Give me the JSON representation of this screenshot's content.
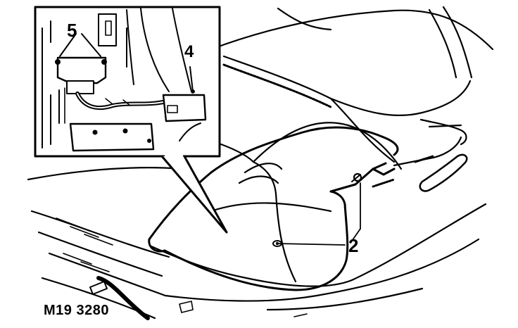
{
  "figure": {
    "reference_code": "M19 3280",
    "callouts": {
      "c5": "5",
      "c4": "4",
      "c2": "2"
    }
  }
}
